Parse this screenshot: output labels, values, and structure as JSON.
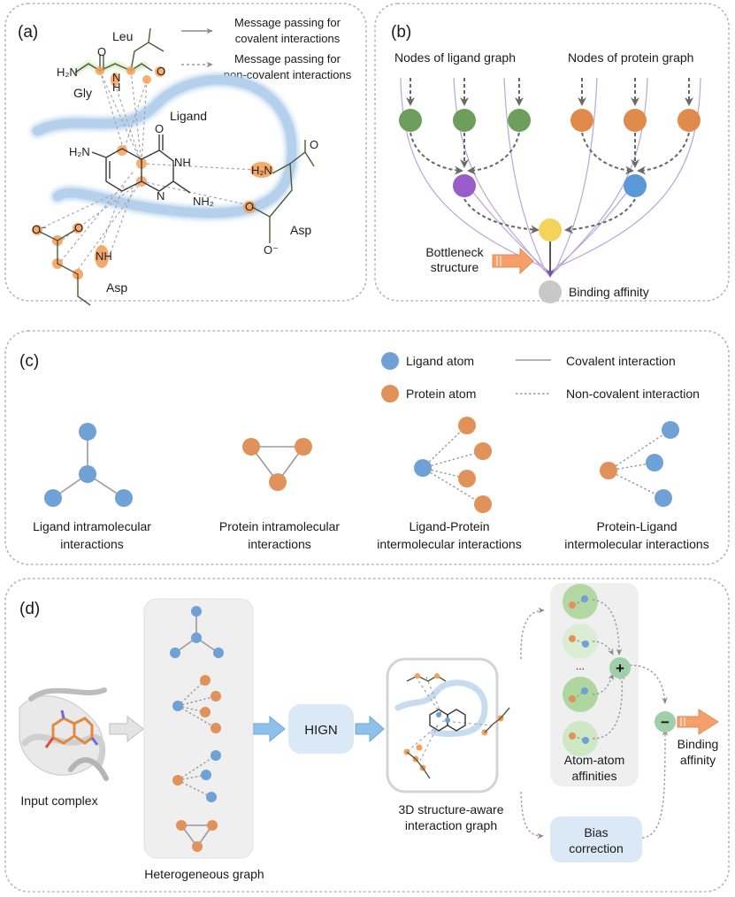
{
  "colors": {
    "ligand_atom": "#6fa0d6",
    "protein_atom": "#e0925a",
    "ligand_node": "#6e9e5c",
    "protein_node": "#e08a4c",
    "purple_node": "#9a5cc8",
    "blue_node": "#5a98d8",
    "yellow_node": "#f2d45a",
    "gray_node": "#c8c8c8",
    "highlight": "#f5a05a",
    "ligand_ribbon": "#a9c8e8",
    "box_fill": "#efefef",
    "light_blue_box": "#dbe8f5",
    "arrow_orange": "#f5a06a",
    "arrow_blue": "#8fc0ea",
    "sum_circle": "#9fcfa9"
  },
  "panel_a": {
    "label": "(a)",
    "legend": [
      {
        "style": "solid-arrow",
        "text_line1": "Message passing for",
        "text_line2": "covalent interactions"
      },
      {
        "style": "dashed-arrow",
        "text_line1": "Message passing for",
        "text_line2": "non-covalent interactions"
      }
    ],
    "residues": {
      "leu": "Leu",
      "gly": "Gly",
      "asp_right": "Asp",
      "asp_left": "Asp"
    },
    "ligand_label": "Ligand",
    "atoms": {
      "h2n_gly": "H₂N",
      "o": "O",
      "n": "N",
      "h": "H",
      "o_leu": "O",
      "h2n_lig": "H₂N",
      "o_lig": "O",
      "nh": "NH",
      "n_ring": "N",
      "nh2": "NH₂",
      "h2n_asp": "H₂N",
      "o_asp_r": "O",
      "o_minus_r": "O⁻",
      "o_minus_l": "O⁻",
      "o_asp_l": "O",
      "nh_asp_l": "NH",
      "o_bottom": "O"
    }
  },
  "panel_b": {
    "label": "(b)",
    "ligand_header": "Nodes of ligand graph",
    "protein_header": "Nodes of protein graph",
    "bottleneck_line1": "Bottleneck",
    "bottleneck_line2": "structure",
    "output_label": "Binding affinity"
  },
  "panel_c": {
    "label": "(c)",
    "legend": {
      "ligand_atom": "Ligand atom",
      "protein_atom": "Protein atom",
      "covalent": "Covalent interaction",
      "noncovalent": "Non-covalent interaction"
    },
    "groups": [
      {
        "line1": "Ligand intramolecular",
        "line2": "interactions"
      },
      {
        "line1": "Protein intramolecular",
        "line2": "interactions"
      },
      {
        "line1": "Ligand-Protein",
        "line2": "intermolecular interactions"
      },
      {
        "line1": "Protein-Ligand",
        "line2": "intermolecular interactions"
      }
    ]
  },
  "panel_d": {
    "label": "(d)",
    "input_label": "Input complex",
    "hetero_label": "Heterogeneous graph",
    "model_label": "HIGN",
    "graph_label_line1": "3D structure-aware",
    "graph_label_line2": "interaction graph",
    "ellipsis": "...",
    "affinities_line1": "Atom-atom",
    "affinities_line2": "affinities",
    "bias_line1": "Bias",
    "bias_line2": "correction",
    "plus": "+",
    "minus": "−",
    "output_line1": "Binding",
    "output_line2": "affinity"
  }
}
